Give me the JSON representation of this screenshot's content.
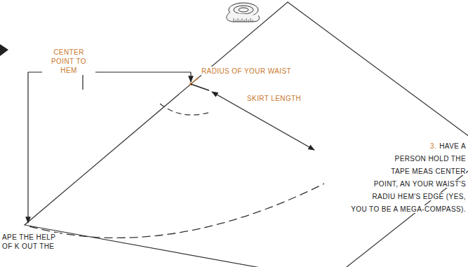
{
  "diagram": {
    "labels": [
      "CENTER POINT TO HEM",
      "RADIUS OF YOUR WAIST",
      "SKIRT LENGTH",
      "3.",
      "HAVE A PERSON HOLD THE TAPE MEAS CENTER POINT, AN YOUR WAIST'S RADIU HEM'S EDGE (YES, YOU TO BE A MEGA-COMPASS).",
      "APE THE HELP OF K OUT THE"
    ]
  }
}
